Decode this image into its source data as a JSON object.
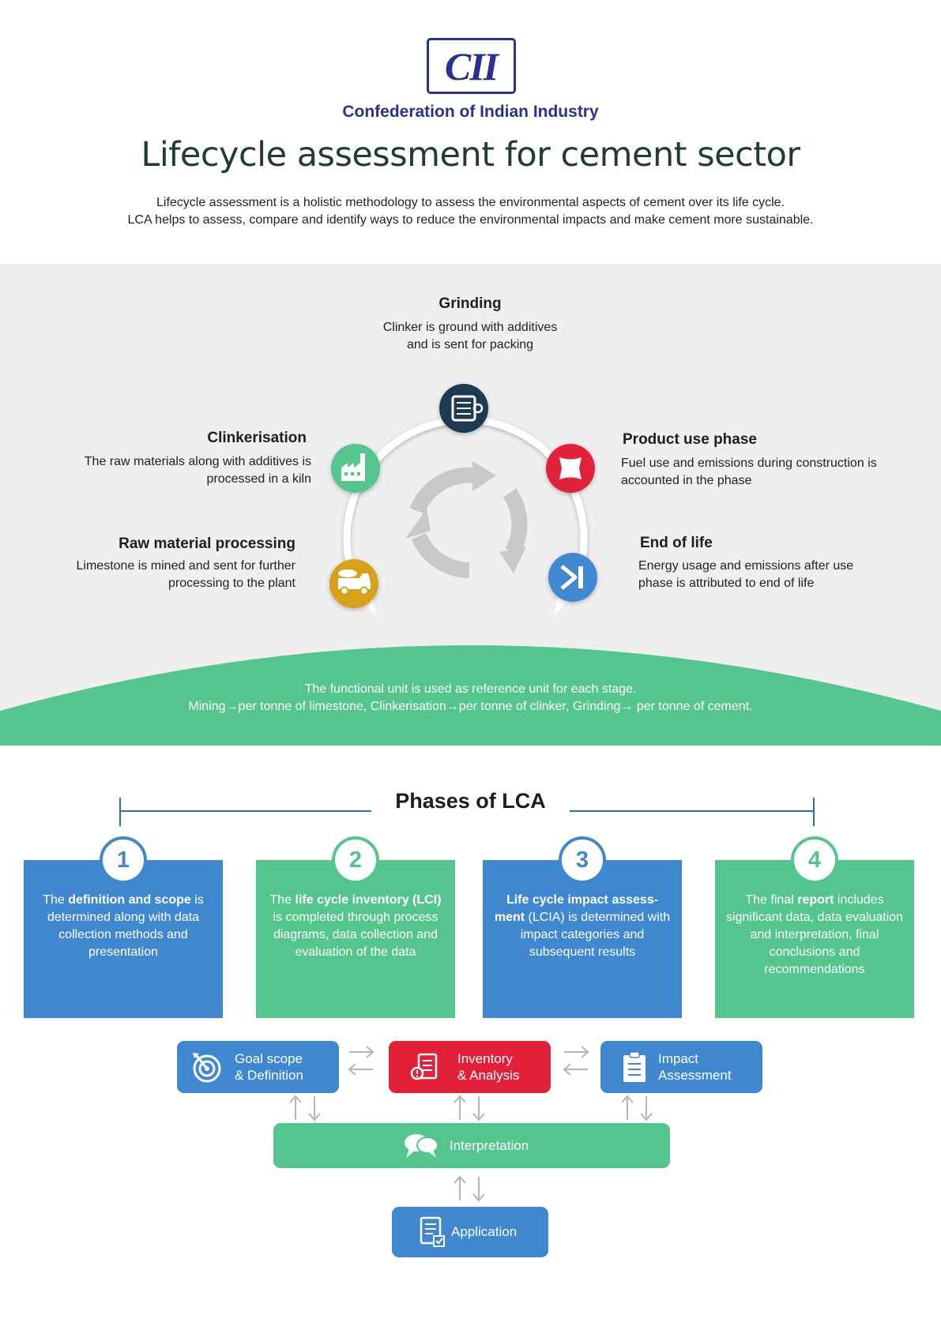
{
  "header": {
    "logo_text": "CII",
    "org_name": "Confederation of Indian Industry",
    "title": "Lifecycle assessment for cement sector",
    "intro_line1": "Lifecycle assessment is a holistic methodology to assess the environmental aspects of cement  over its life cycle.",
    "intro_line2": "LCA helps to assess, compare and identify ways to reduce the environmental impacts and make cement more sustainable."
  },
  "lifecycle": {
    "grinding": {
      "title": "Grinding",
      "line1": "Clinker is ground with additives",
      "line2": "and is sent for packing",
      "icon": "mill-icon",
      "color": "#1f3a52"
    },
    "clinkerisation": {
      "title": "Clinkerisation",
      "line1": "The raw materials along with additives is",
      "line2": "processed in a kiln",
      "icon": "factory-icon",
      "color": "#54c58d"
    },
    "raw_material": {
      "title": "Raw material processing",
      "line1": "Limestone is mined and sent for further",
      "line2": "processing to the plant",
      "icon": "dump-truck-icon",
      "color": "#d7a11a"
    },
    "product_use": {
      "title": "Product use phase",
      "line1": "Fuel use and emissions during construction is",
      "line2": "accounted in the phase",
      "icon": "cement-bag-icon",
      "color": "#e2203a"
    },
    "end_of_life": {
      "title": "End of life",
      "line1": "Energy usage and emissions after use",
      "line2": "phase is attributed to end of life",
      "icon": "skip-end-icon",
      "color": "#3f88d0"
    },
    "functional_unit_line1": "The functional unit is used as reference unit for each stage.",
    "functional_unit_line2": "Mining→per tonne of limestone, Clinkerisation→per tonne of clinker, Grinding→ per tonne of cement."
  },
  "phases": {
    "title": "Phases of LCA",
    "cards": [
      {
        "num": "1",
        "pre": "The ",
        "bold": "definition and scope",
        "post": " is determined along with data collection methods and presentation"
      },
      {
        "num": "2",
        "pre": "The ",
        "bold": "life cycle inventory (LCI)",
        "post": " is completed through process diagrams, data collection and evaluation of the data"
      },
      {
        "num": "3",
        "pre": "",
        "bold": "Life cycle impact assess-ment",
        "post": " (LCIA) is determined with impact categories and subsequent results"
      },
      {
        "num": "4",
        "pre": "The final ",
        "bold": "report",
        "post": " includes significant data, data evaluation and interpretation, final conclusions and recommendations"
      }
    ]
  },
  "flow": {
    "goal": {
      "line1": "Goal scope",
      "line2": "& Definition",
      "icon": "target-icon"
    },
    "inventory": {
      "line1": "Inventory",
      "line2": "& Analysis",
      "icon": "inventory-icon"
    },
    "impact": {
      "line1": "Impact",
      "line2": "Assessment",
      "icon": "clipboard-icon"
    },
    "interpretation": {
      "label": "Interpretation",
      "icon": "chat-bubbles-icon"
    },
    "application": {
      "label": "Application",
      "icon": "document-check-icon"
    }
  },
  "colors": {
    "navy": "#2a3190",
    "blue": "#3f88d0",
    "green": "#54c58d",
    "red": "#e2203a",
    "gold": "#d7a11a",
    "dark": "#1f3a52"
  }
}
